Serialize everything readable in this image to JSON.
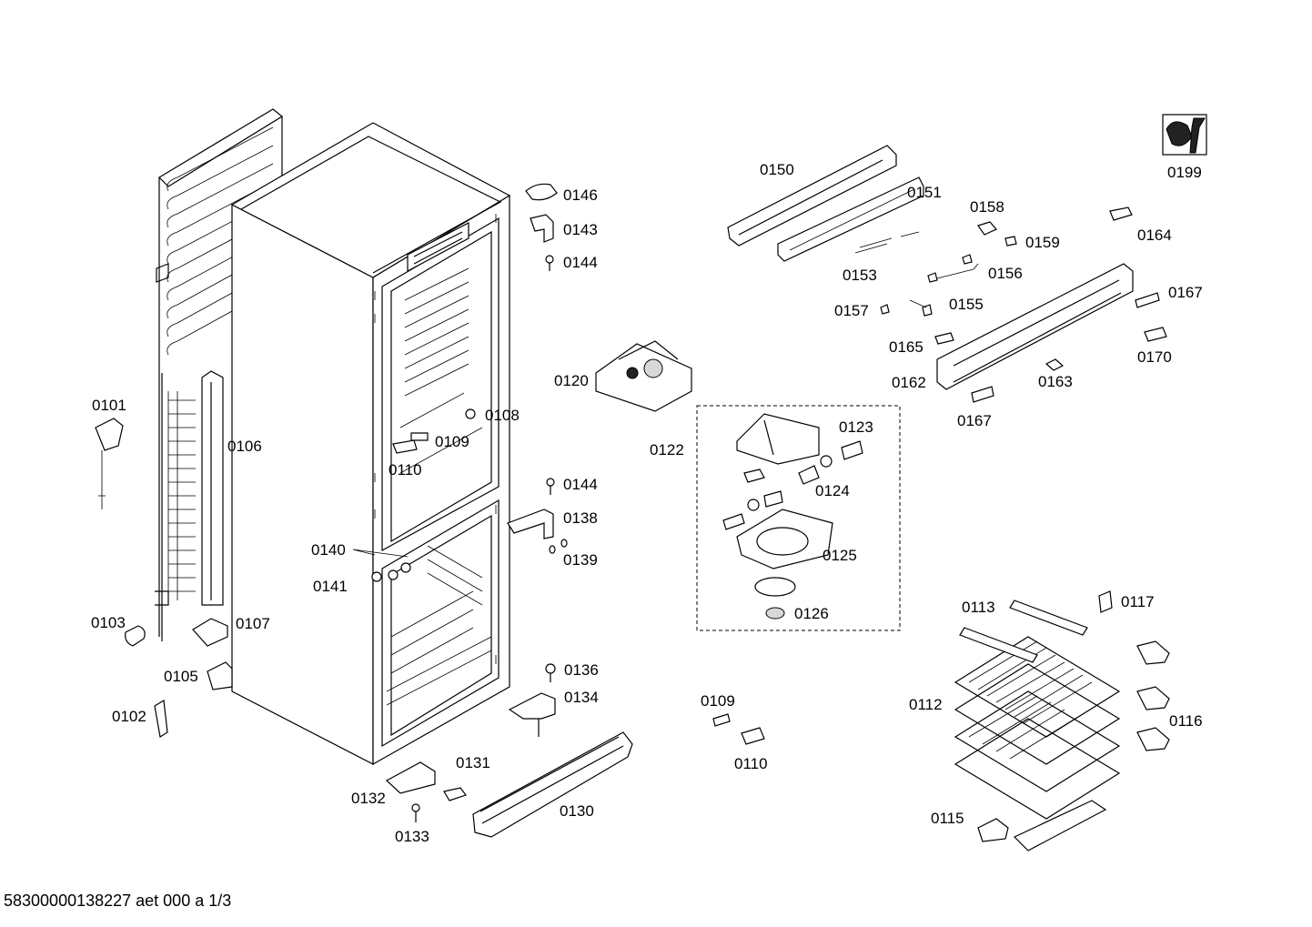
{
  "footer": {
    "drawing_id": "58300000138227 aet 000 a 1/3"
  },
  "part_labels": [
    "0150",
    "0151",
    "0158",
    "0159",
    "0153",
    "0156",
    "0164",
    "0167",
    "0157",
    "0155",
    "0165",
    "0162",
    "0163",
    "0170",
    "0167",
    "0199",
    "0146",
    "0143",
    "0144",
    "0120",
    "0108",
    "0109",
    "0110",
    "0101",
    "0106",
    "0123",
    "0122",
    "0124",
    "0125",
    "0126",
    "0144",
    "0138",
    "0139",
    "0140",
    "0141",
    "0103",
    "0107",
    "0105",
    "0136",
    "0134",
    "0102",
    "0109",
    "0110",
    "0131",
    "0132",
    "0133",
    "0130",
    "0113",
    "0117",
    "0112",
    "0116",
    "0115"
  ]
}
